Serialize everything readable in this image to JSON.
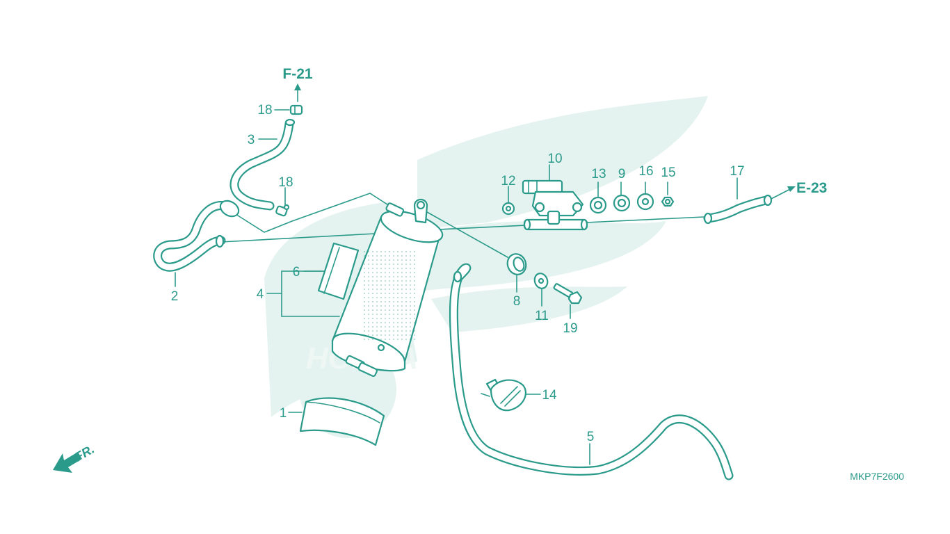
{
  "diagram": {
    "colors": {
      "line": "#2a9a8a",
      "watermark": "#e4f3ef",
      "background": "#ffffff"
    },
    "watermark_text": "HONDA",
    "references": [
      {
        "id": "F-21",
        "label": "F-21"
      },
      {
        "id": "E-23",
        "label": "E-23"
      }
    ],
    "callouts": [
      {
        "id": "1",
        "label": "1"
      },
      {
        "id": "2",
        "label": "2"
      },
      {
        "id": "3",
        "label": "3"
      },
      {
        "id": "4",
        "label": "4"
      },
      {
        "id": "5",
        "label": "5"
      },
      {
        "id": "6",
        "label": "6"
      },
      {
        "id": "8",
        "label": "8"
      },
      {
        "id": "9",
        "label": "9"
      },
      {
        "id": "10",
        "label": "10"
      },
      {
        "id": "11",
        "label": "11"
      },
      {
        "id": "12",
        "label": "12"
      },
      {
        "id": "13",
        "label": "13"
      },
      {
        "id": "14",
        "label": "14"
      },
      {
        "id": "15",
        "label": "15"
      },
      {
        "id": "16",
        "label": "16"
      },
      {
        "id": "17",
        "label": "17"
      },
      {
        "id": "18a",
        "label": "18"
      },
      {
        "id": "18b",
        "label": "18"
      },
      {
        "id": "19",
        "label": "19"
      }
    ],
    "direction_label": "FR.",
    "diagram_code": "MKP7F2600"
  }
}
